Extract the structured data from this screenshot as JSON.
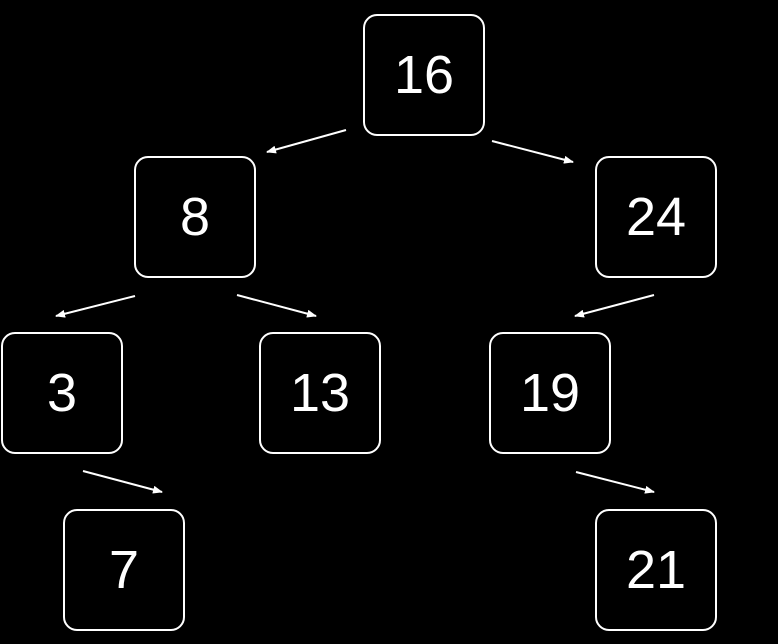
{
  "nodes": [
    {
      "id": "n16",
      "label": "16"
    },
    {
      "id": "n8",
      "label": "8"
    },
    {
      "id": "n24",
      "label": "24"
    },
    {
      "id": "n3",
      "label": "3"
    },
    {
      "id": "n13",
      "label": "13"
    },
    {
      "id": "n19",
      "label": "19"
    },
    {
      "id": "n7",
      "label": "7"
    },
    {
      "id": "n21",
      "label": "21"
    }
  ],
  "edges": [
    {
      "from": "16",
      "to": "8"
    },
    {
      "from": "16",
      "to": "24"
    },
    {
      "from": "8",
      "to": "3"
    },
    {
      "from": "8",
      "to": "13"
    },
    {
      "from": "24",
      "to": "19"
    },
    {
      "from": "3",
      "to": "7"
    },
    {
      "from": "19",
      "to": "21"
    }
  ],
  "colors": {
    "background": "#000000",
    "node_border": "#ffffff",
    "text": "#ffffff",
    "arrow": "#ffffff"
  }
}
